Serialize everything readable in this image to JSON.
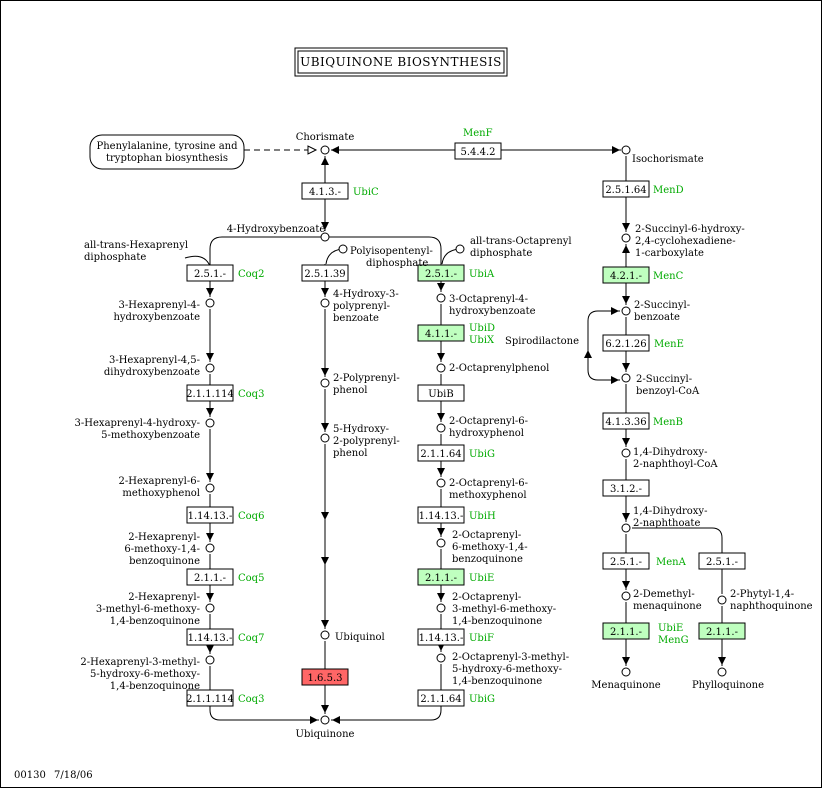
{
  "title": "UBIQUINONE BIOSYNTHESIS",
  "footer": {
    "map_id": "00130",
    "date": "7/18/06"
  },
  "pathway_link": {
    "lines": [
      "Phenylalanine, tyrosine and",
      "tryptophan biosynthesis"
    ]
  },
  "compounds": {
    "chorismate": "Chorismate",
    "isochorismate": "Isochorismate",
    "hydroxybenzoate": "4-Hydroxybenzoate",
    "hexaprenyl_diphosphate": [
      "all-trans-Hexaprenyl",
      "diphosphate"
    ],
    "polyisopentenyl_diphosphate": [
      "Polyisopentenyl-",
      "diphosphate"
    ],
    "octaprenyl_diphosphate": [
      "all-trans-Octaprenyl",
      "diphosphate"
    ],
    "hexaprenyl_hydroxybenzoate": [
      "3-Hexaprenyl-4-",
      "hydroxybenzoate"
    ],
    "hexaprenyl_dihydroxybenzoate": [
      "3-Hexaprenyl-4,5-",
      "dihydroxybenzoate"
    ],
    "hexaprenyl_hydroxy_methoxybenzoate": [
      "3-Hexaprenyl-4-hydroxy-",
      "5-methoxybenzoate"
    ],
    "hexaprenyl_methoxyphenol": [
      "2-Hexaprenyl-6-",
      "methoxyphenol"
    ],
    "hexaprenyl_methoxy_benzoquinone": [
      "2-Hexaprenyl-",
      "6-methoxy-1,4-",
      "benzoquinone"
    ],
    "hexaprenyl_methyl_methoxy_benzoquinone": [
      "2-Hexaprenyl-",
      "3-methyl-6-methoxy-",
      "1,4-benzoquinone"
    ],
    "hexaprenyl_methyl_hydroxy_methoxy_benzoquinone": [
      "2-Hexaprenyl-3-methyl-",
      "5-hydroxy-6-methoxy-",
      "1,4-benzoquinone"
    ],
    "hydroxy_polyprenylbenzoate": [
      "4-Hydroxy-3-",
      "polyprenyl-",
      "benzoate"
    ],
    "polyprenylphenol": [
      "2-Polyprenyl-",
      "phenol"
    ],
    "hydroxy_polyprenylphenol": [
      "5-Hydroxy-",
      "2-polyprenyl-",
      "phenol"
    ],
    "ubiquinol": "Ubiquinol",
    "ubiquinone": "Ubiquinone",
    "octaprenyl_hydroxybenzoate": [
      "3-Octaprenyl-4-",
      "hydroxybenzoate"
    ],
    "octaprenylphenol": "2-Octaprenylphenol",
    "octaprenyl_hydroxyphenol": [
      "2-Octaprenyl-6-",
      "hydroxyphenol"
    ],
    "octaprenyl_methoxyphenol": [
      "2-Octaprenyl-6-",
      "methoxyphenol"
    ],
    "octaprenyl_methoxy_benzoquinone": [
      "2-Octaprenyl-",
      "6-methoxy-1,4-",
      "benzoquinone"
    ],
    "octaprenyl_methyl_methoxy_benzoquinone": [
      "2-Octaprenyl-",
      "3-methyl-6-methoxy-",
      "1,4-benzoquinone"
    ],
    "octaprenyl_methyl_hydroxy_methoxy_benzoquinone": [
      "2-Octaprenyl-3-methyl-",
      "5-hydroxy-6-methoxy-",
      "1,4-benzoquinone"
    ],
    "succinyl_hydroxy_cyclohexadiene": [
      "2-Succinyl-6-hydroxy-",
      "2,4-cyclohexadiene-",
      "1-carboxylate"
    ],
    "succinylbenzoate": [
      "2-Succinyl-",
      "benzoate"
    ],
    "spirodilactone": "Spirodilactone",
    "succinylbenzoyl_coa": [
      "2-Succinyl-",
      "benzoyl-CoA"
    ],
    "dihydroxy_naphthoyl_coa": [
      "1,4-Dihydroxy-",
      "2-naphthoyl-CoA"
    ],
    "dihydroxy_naphthoate": [
      "1,4-Dihydroxy-",
      "2-naphthoate"
    ],
    "demethylmenaquinone": [
      "2-Demethyl-",
      "menaquinone"
    ],
    "phytyl_naphthoquinone": [
      "2-Phytyl-1,4-",
      "naphthoquinone"
    ],
    "menaquinone": "Menaquinone",
    "phylloquinone": "Phylloquinone"
  },
  "enzymes": {
    "e54442": "5.4.4.2",
    "e413": "4.1.3.-",
    "e251_coq2": "2.5.1.-",
    "e25139": "2.5.1.39",
    "e251_ubia": "2.5.1.-",
    "e21114_a": "2.1.1.114",
    "e411_ubid": "4.1.1.-",
    "ubib": "UbiB",
    "e21164_ubig": "2.1.1.64",
    "e11413_coq6": "1.14.13.-",
    "e11413_ubih": "1.14.13.-",
    "e211_coq5": "2.1.1.-",
    "e211_ubie": "2.1.1.-",
    "e11413_coq7": "1.14.13.-",
    "e11413_ubif": "1.14.13.-",
    "e16553": "1.6.5.3",
    "e21114_b": "2.1.1.114",
    "e21164_ubig2": "2.1.1.64",
    "e25164": "2.5.1.64",
    "e421": "4.2.1.-",
    "e62126": "6.2.1.26",
    "e41336": "4.1.3.36",
    "e312": "3.1.2.-",
    "e251_mena": "2.5.1.-",
    "e251_phytyl": "2.5.1.-",
    "e211_ubie_meng": "2.1.1.-",
    "e211_phytyl": "2.1.1.-"
  },
  "genes": {
    "menf": "MenF",
    "ubic": "UbiC",
    "coq2": "Coq2",
    "ubia": "UbiA",
    "coq3_a": "Coq3",
    "ubid": "UbiD",
    "ubix": "UbiX",
    "ubig": "UbiG",
    "coq6": "Coq6",
    "ubih": "UbiH",
    "coq5": "Coq5",
    "ubie": "UbiE",
    "coq7": "Coq7",
    "ubif": "UbiF",
    "coq3_b": "Coq3",
    "ubig2": "UbiG",
    "mend": "MenD",
    "menc": "MenC",
    "mene": "MenE",
    "menb": "MenB",
    "mena": "MenA",
    "ubie2": "UbiE",
    "meng": "MenG"
  },
  "colors": {
    "highlight_green": "#bfffbf",
    "highlight_red": "#ff6666",
    "gene_label": "#00aa00"
  }
}
